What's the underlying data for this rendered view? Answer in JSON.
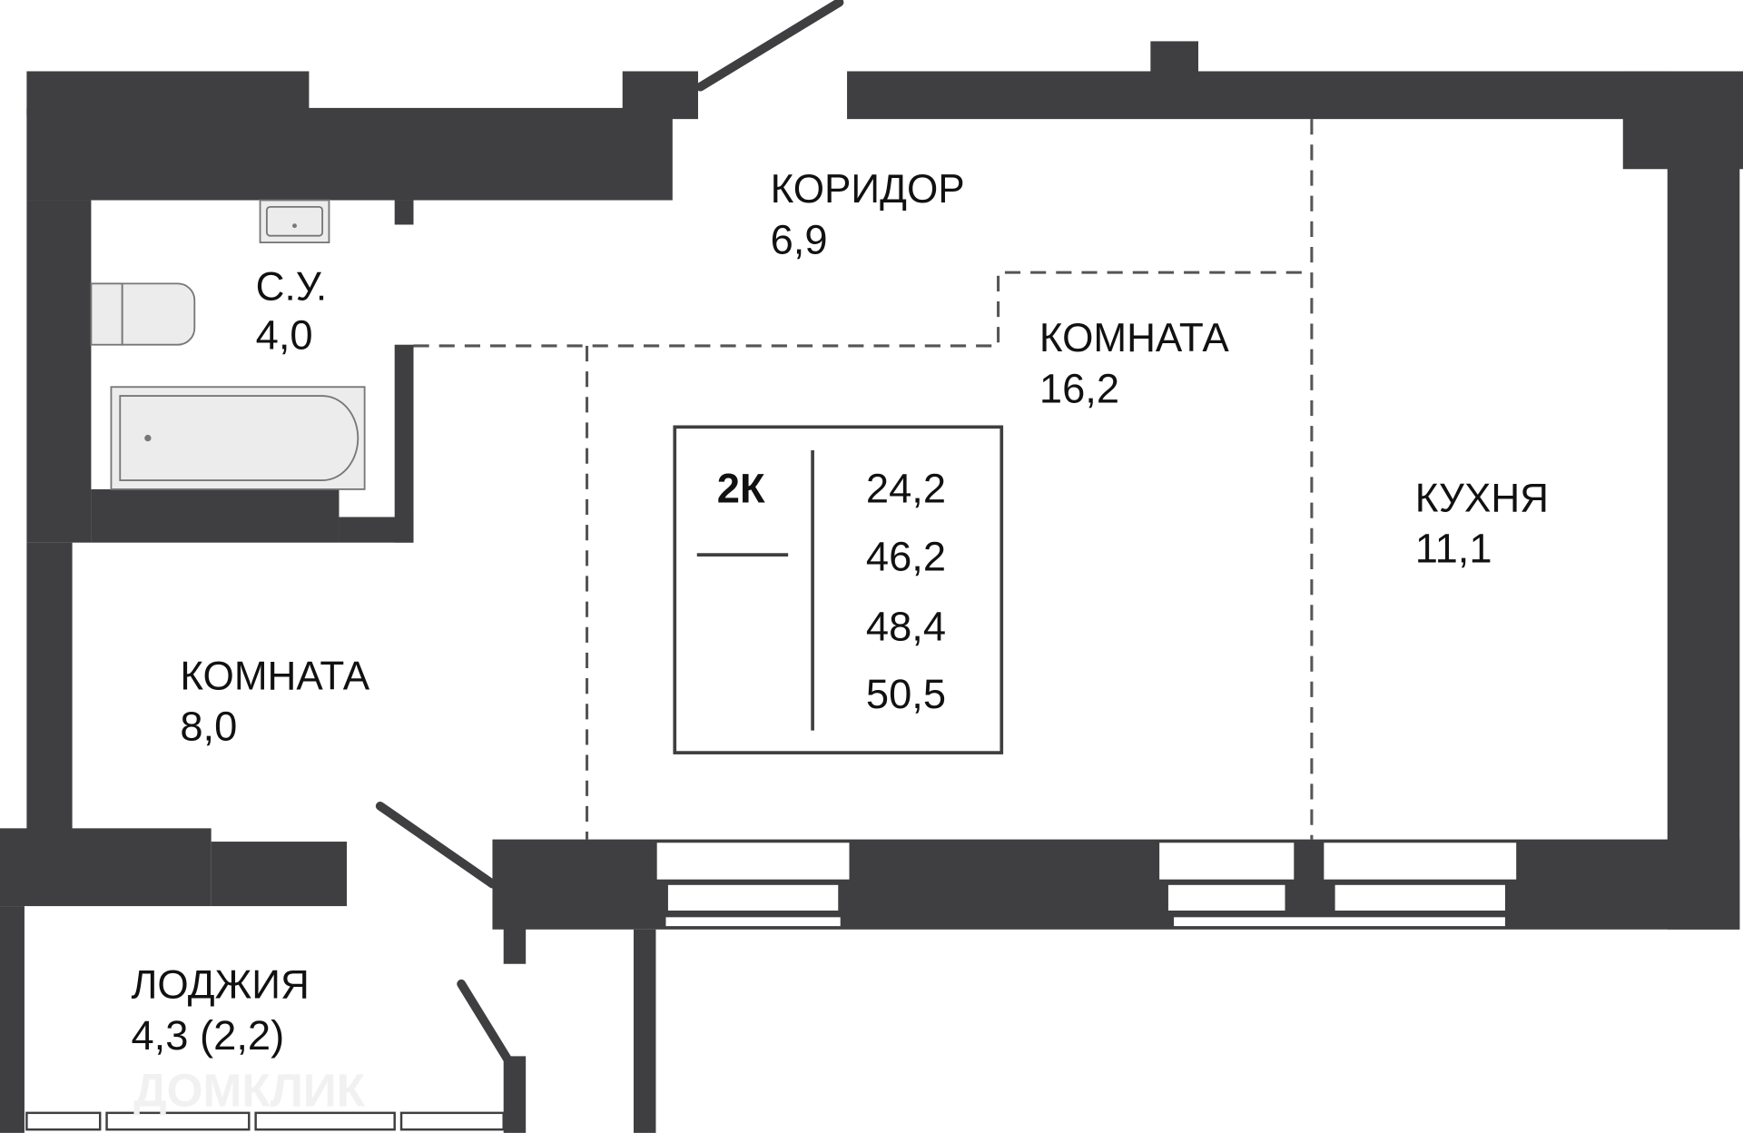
{
  "rooms": {
    "corridor": {
      "name": "КОРИДОР",
      "area": "6,9"
    },
    "bathroom": {
      "name": "С.У.",
      "area": "4,0"
    },
    "room_large": {
      "name": "КОМНАТА",
      "area": "16,2"
    },
    "kitchen": {
      "name": "КУХНЯ",
      "area": "11,1"
    },
    "room_small": {
      "name": "КОМНАТА",
      "area": "8,0"
    },
    "loggia": {
      "name": "ЛОДЖИЯ",
      "area": "4,3 (2,2)"
    }
  },
  "summary": {
    "type": "2К",
    "areas": [
      "24,2",
      "46,2",
      "48,4",
      "50,5"
    ]
  },
  "watermark": "ДОМКЛИК",
  "colors": {
    "wall": "#3f3f41"
  }
}
